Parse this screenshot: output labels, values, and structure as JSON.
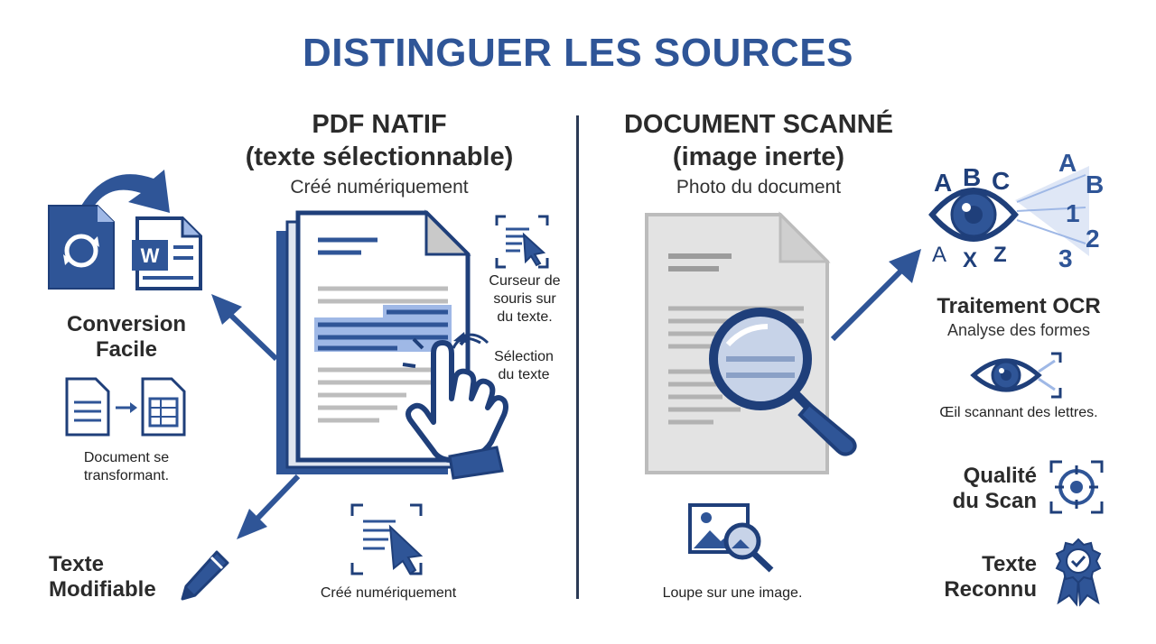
{
  "title": "DISTINGUER LES SOURCES",
  "left": {
    "heading_line1": "PDF NATIF",
    "heading_line2": "(texte sélectionnable)",
    "subtitle": "Créé numériquement",
    "conversion_line1": "Conversion",
    "conversion_line2": "Facile",
    "doc_transform_line1": "Document se",
    "doc_transform_line2": "transformant.",
    "cursor_line1": "Curseur de",
    "cursor_line2": "souris sur",
    "cursor_line3": "du texte.",
    "selection_line1": "Sélection",
    "selection_line2": "du texte",
    "editable_line1": "Texte",
    "editable_line2": "Modifiable",
    "bottom_label": "Créé numériquement"
  },
  "right": {
    "heading_line1": "DOCUMENT SCANNÉ",
    "heading_line2": "(image inerte)",
    "subtitle": "Photo du document",
    "ocr_title": "Traitement OCR",
    "ocr_sub": "Analyse des formes",
    "eye_label": "Œil scannant des lettres.",
    "quality_line1": "Qualité",
    "quality_line2": "du Scan",
    "recognized_line1": "Texte",
    "recognized_line2": "Reconnu",
    "bottom_label": "Loupe sur une image.",
    "letters": [
      "A",
      "B",
      "C",
      "A",
      "B",
      "1",
      "2",
      "3",
      "A",
      "X",
      "Z"
    ]
  },
  "colors": {
    "primary": "#2f5597",
    "dark": "#1f3f7a",
    "light": "#9fb8e6",
    "text": "#2b2b2b"
  }
}
